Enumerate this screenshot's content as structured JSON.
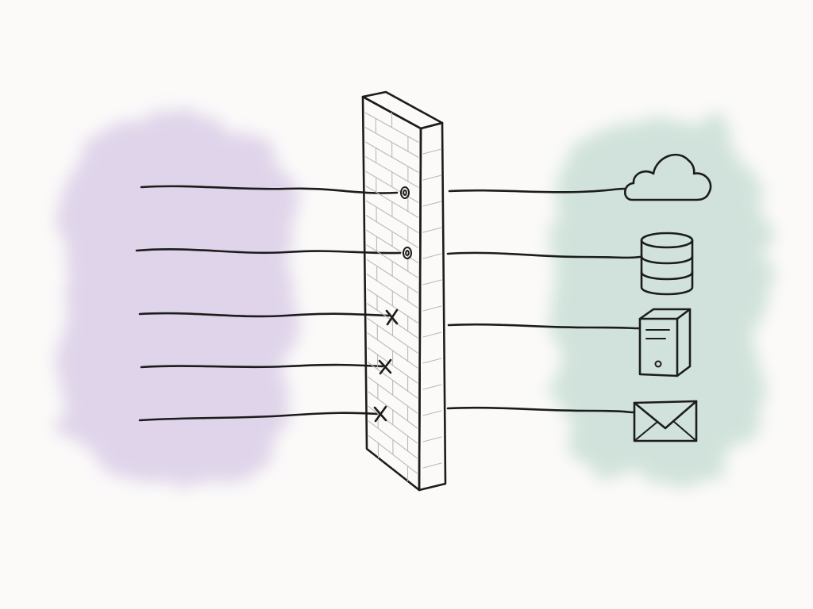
{
  "colors": {
    "untrusted_zone": "#c9b6dd",
    "trusted_zone": "#b5d3c8",
    "ink": "#1c1c1c",
    "wall_face": "#f6f5f4",
    "wall_side": "#ffffff",
    "background": "#fbfaf9"
  },
  "connections": [
    {
      "outcome": "allowed",
      "marker": "port-hole-icon",
      "destination": "cloud-icon"
    },
    {
      "outcome": "allowed",
      "marker": "port-hole-icon",
      "destination": "database-icon"
    },
    {
      "outcome": "blocked",
      "marker": "blocked-x-icon",
      "destination": null
    },
    {
      "outcome": "blocked",
      "marker": "blocked-x-icon",
      "destination": null
    },
    {
      "outcome": "blocked",
      "marker": "blocked-x-icon",
      "destination": null
    }
  ],
  "outbound_links": [
    {
      "destination": "cloud-icon"
    },
    {
      "destination": "database-icon"
    },
    {
      "destination": "server-icon"
    },
    {
      "destination": "mail-icon"
    }
  ]
}
